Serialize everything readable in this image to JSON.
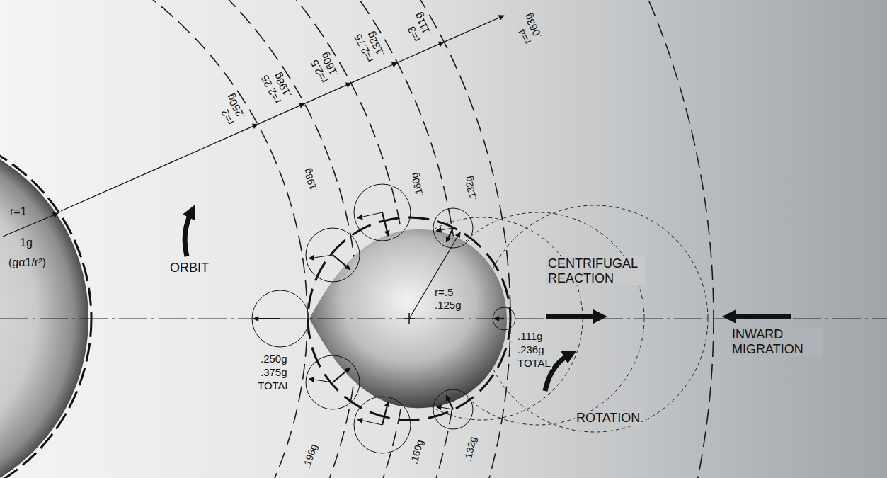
{
  "diagram": {
    "nodes": [
      {
        "text": [
          "r=1",
          "1g",
          "(gα1/r²)"
        ]
      },
      {
        "text": [
          "r=.5",
          ".125g"
        ]
      }
    ],
    "labels": [
      "r=2",
      ".250g",
      "r=2.25",
      ".198g",
      "r=2.5",
      ".160g",
      "r=2.75",
      ".132g",
      "r=3",
      ".111g",
      "r=4",
      ".063g",
      "ORBIT",
      ".198g",
      ".160g",
      ".132g",
      "CENTRIFUGAL REACTION",
      "INWARD MIGRATION",
      ".250g",
      ".375g",
      "TOTAL",
      ".111g",
      ".236g",
      "TOTAL",
      "ROTATION",
      ".198g",
      ".160g",
      ".132g"
    ]
  }
}
